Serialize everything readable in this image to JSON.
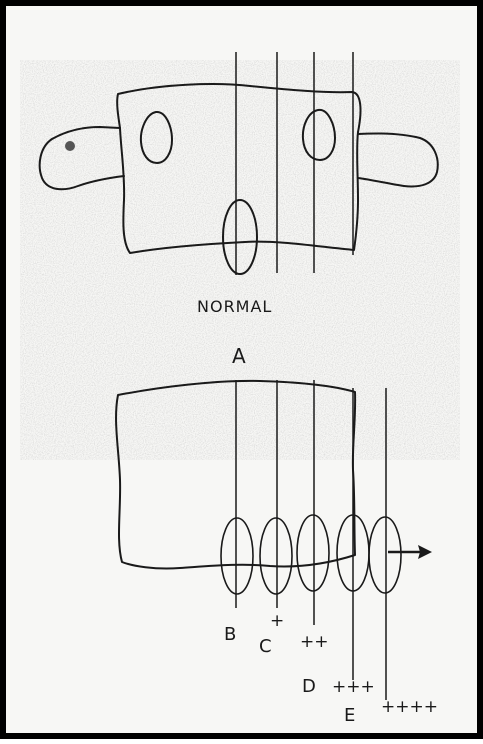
{
  "figure": {
    "upper_caption": "NORMAL",
    "upper_letter": "A",
    "grades": [
      {
        "letter": "B",
        "sign": ""
      },
      {
        "letter": "C",
        "sign": "+"
      },
      {
        "letter": "",
        "sign": "++"
      },
      {
        "letter": "D",
        "sign": "+++"
      },
      {
        "letter": "E",
        "sign": "++++"
      }
    ]
  }
}
